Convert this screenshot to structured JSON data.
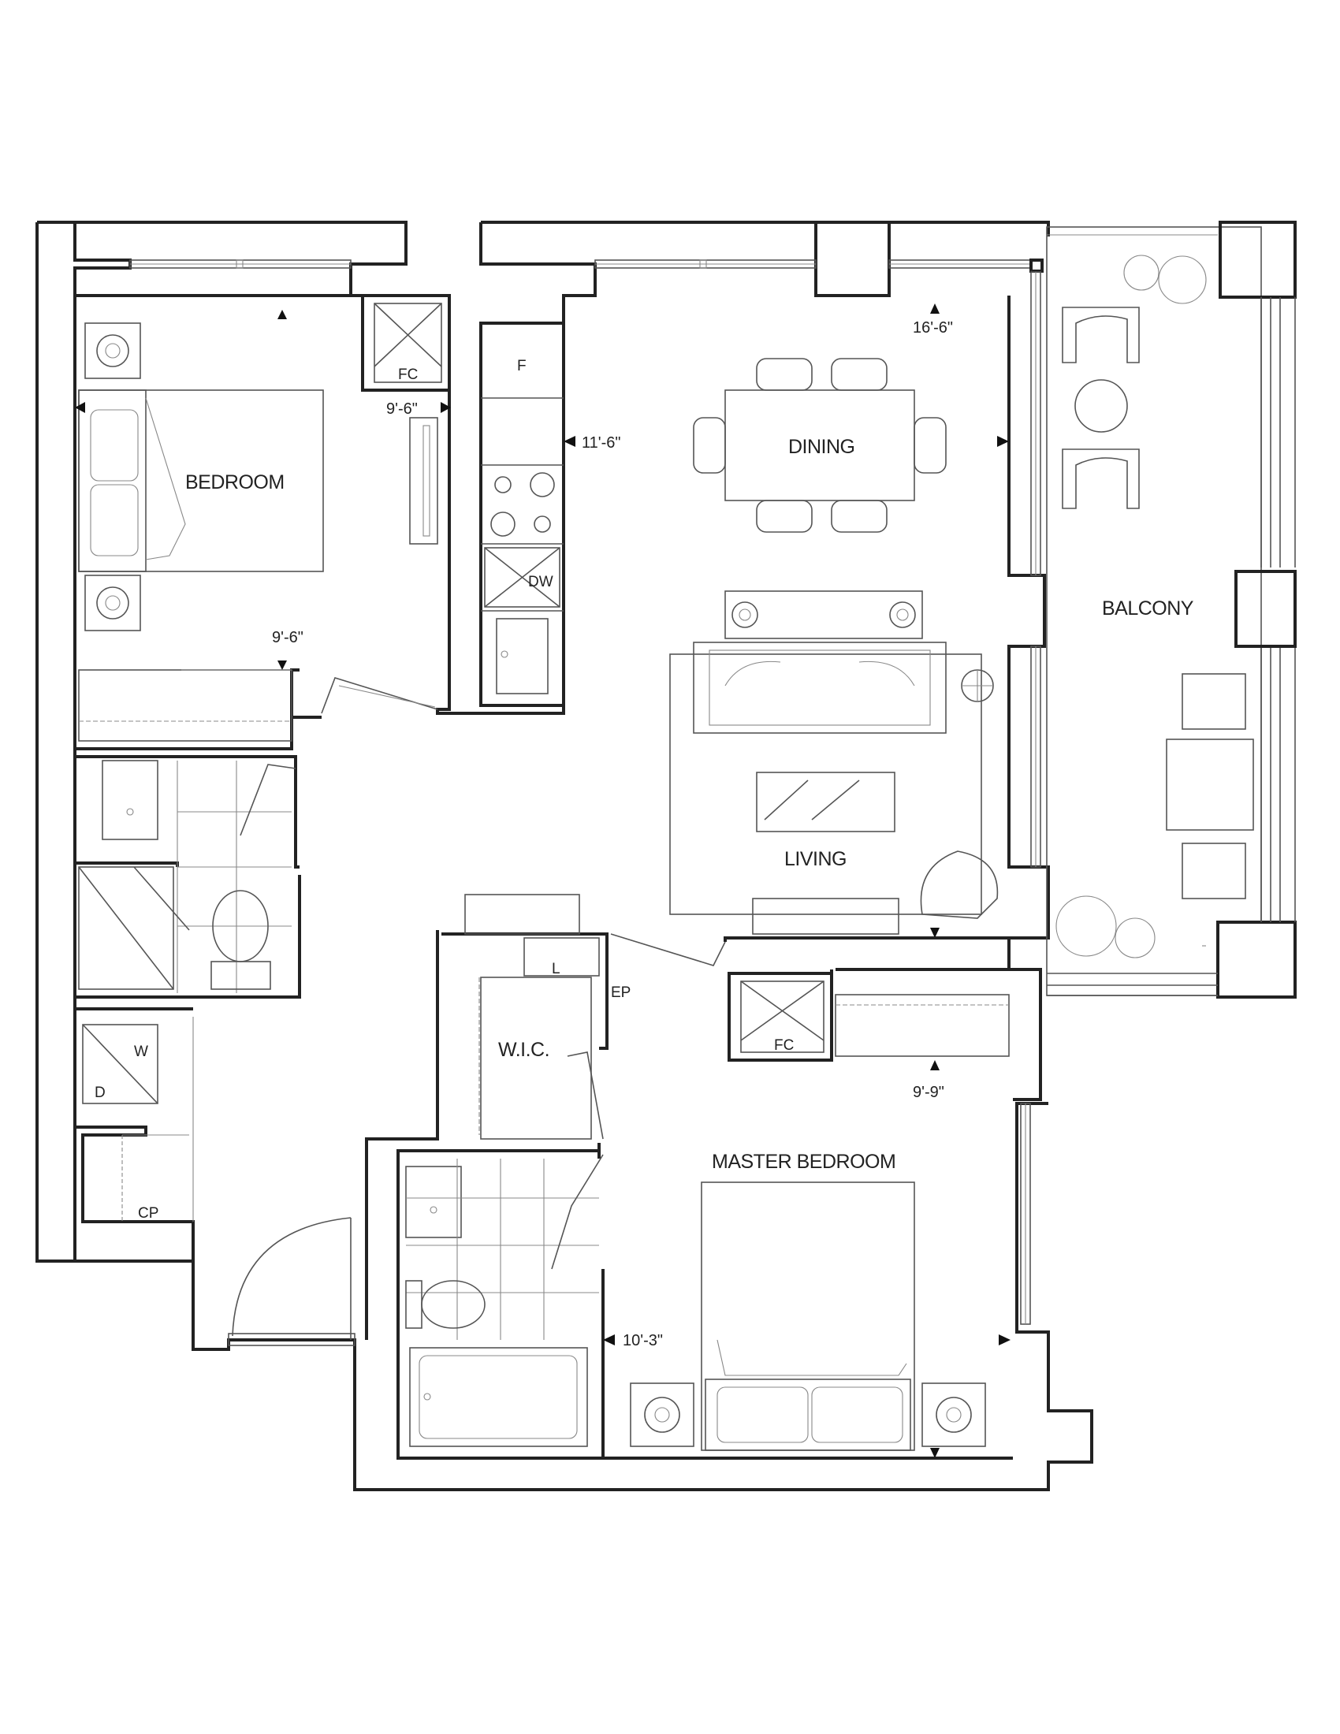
{
  "rooms": {
    "bedroom": "BEDROOM",
    "dining": "DINING",
    "living": "LIVING",
    "balcony": "BALCONY",
    "master_bedroom": "MASTER BEDROOM",
    "wic": "W.I.C."
  },
  "fixtures": {
    "fc_top": "FC",
    "fc_bottom": "FC",
    "fridge": "F",
    "dishwasher": "DW",
    "linen": "L",
    "electrical_panel": "EP",
    "washer": "W",
    "dryer": "D",
    "closet_pantry": "CP"
  },
  "dimensions": {
    "bedroom_width": "9'-6\"",
    "bedroom_depth": "9'-6\"",
    "kitchen_depth": "11'-6\"",
    "living_depth": "16'-6\"",
    "master_width": "9'-9\"",
    "master_depth": "10'-3\""
  }
}
